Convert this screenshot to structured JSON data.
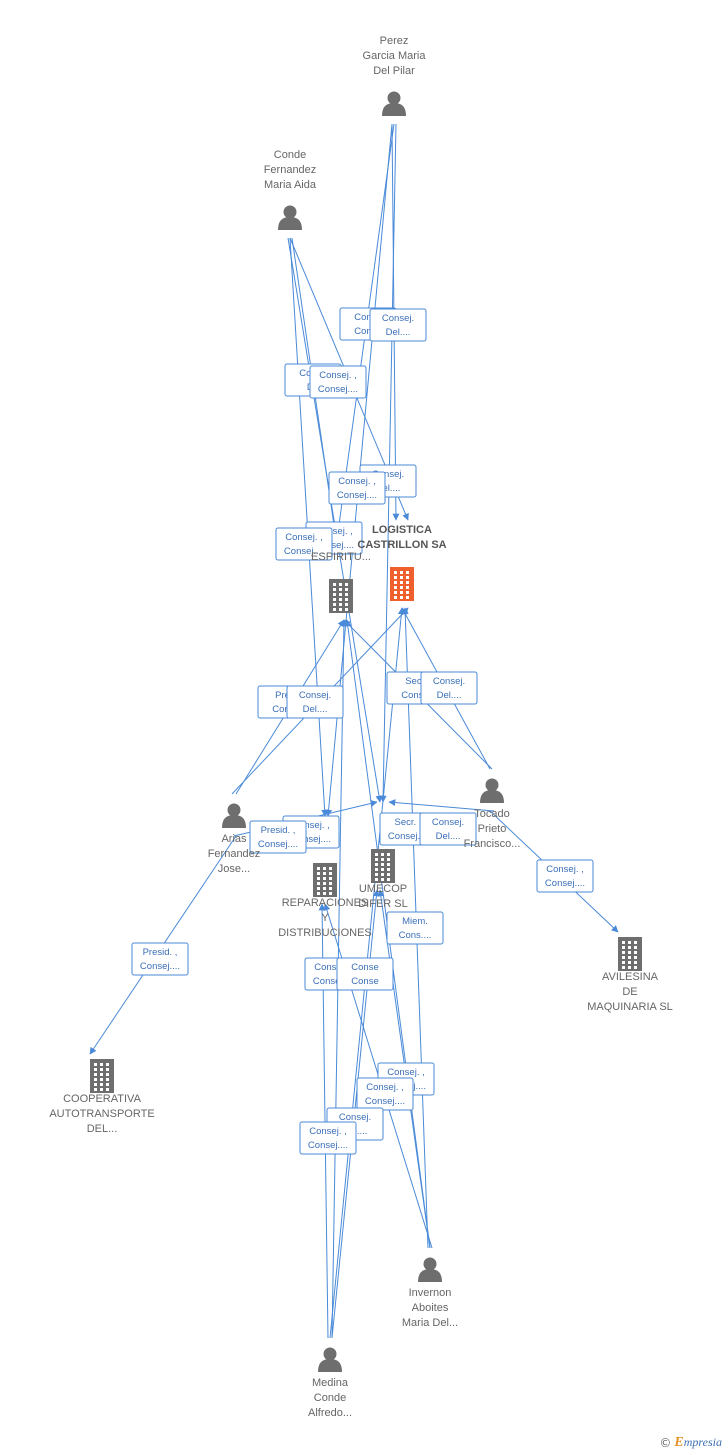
{
  "colors": {
    "edge": "#4a8ad8",
    "person": "#6e6e6e",
    "company": "#6e6e6e",
    "main_company": "#f0602f"
  },
  "nodes": [
    {
      "id": "perez",
      "type": "person",
      "lines": [
        "Perez",
        "Garcia Maria",
        "Del Pilar"
      ],
      "icon": "person-icon"
    },
    {
      "id": "conde",
      "type": "person",
      "lines": [
        "Conde",
        "Fernandez",
        "Maria Aida"
      ],
      "icon": "person-icon"
    },
    {
      "id": "espiritu",
      "type": "company",
      "lines": [
        "",
        "",
        "ESPIRITU..."
      ],
      "icon": "building-icon"
    },
    {
      "id": "logistica",
      "type": "main_company",
      "lines": [
        "LOGISTICA",
        "CASTRILLON SA"
      ],
      "icon": "building-icon"
    },
    {
      "id": "arias",
      "type": "person",
      "lines": [
        "Arias",
        "Fernandez",
        "Jose..."
      ],
      "icon": "person-icon"
    },
    {
      "id": "tocado",
      "type": "person",
      "lines": [
        "Tocado",
        "Prieto",
        "Francisco..."
      ],
      "icon": "person-icon"
    },
    {
      "id": "reparaciones",
      "type": "company",
      "lines": [
        "REPARACIONES",
        "Y",
        "DISTRIBUCIONES"
      ],
      "icon": "building-icon"
    },
    {
      "id": "umecop",
      "type": "company",
      "lines": [
        "UMECOP",
        "DIFER SL"
      ],
      "icon": "building-icon"
    },
    {
      "id": "avilesina",
      "type": "company",
      "lines": [
        "AVILESINA",
        "DE",
        "MAQUINARIA SL"
      ],
      "icon": "building-icon"
    },
    {
      "id": "cooperativa",
      "type": "company",
      "lines": [
        "COOPERATIVA",
        "AUTOTRANSPORTE",
        "DEL..."
      ],
      "icon": "building-icon"
    },
    {
      "id": "invernon",
      "type": "person",
      "lines": [
        "Invernon",
        "Aboites",
        "Maria Del..."
      ],
      "icon": "person-icon"
    },
    {
      "id": "medina",
      "type": "person",
      "lines": [
        "Medina",
        "Conde",
        "Alfredo..."
      ],
      "icon": "person-icon"
    }
  ],
  "edges": [
    {
      "from": "perez",
      "to": "logistica"
    },
    {
      "from": "perez",
      "to": "espiritu"
    },
    {
      "from": "perez",
      "to": "umecop"
    },
    {
      "from": "perez",
      "to": "reparaciones"
    },
    {
      "from": "conde",
      "to": "logistica"
    },
    {
      "from": "conde",
      "to": "espiritu"
    },
    {
      "from": "conde",
      "to": "umecop"
    },
    {
      "from": "conde",
      "to": "reparaciones"
    },
    {
      "from": "arias",
      "to": "espiritu"
    },
    {
      "from": "arias",
      "to": "logistica"
    },
    {
      "from": "arias",
      "to": "umecop"
    },
    {
      "from": "arias",
      "to": "cooperativa"
    },
    {
      "from": "tocado",
      "to": "logistica"
    },
    {
      "from": "tocado",
      "to": "espiritu"
    },
    {
      "from": "tocado",
      "to": "umecop"
    },
    {
      "from": "tocado",
      "to": "avilesina"
    },
    {
      "from": "invernon",
      "to": "umecop"
    },
    {
      "from": "invernon",
      "to": "reparaciones"
    },
    {
      "from": "invernon",
      "to": "logistica"
    },
    {
      "from": "invernon",
      "to": "espiritu"
    },
    {
      "from": "medina",
      "to": "umecop"
    },
    {
      "from": "medina",
      "to": "reparaciones"
    },
    {
      "from": "medina",
      "to": "logistica"
    },
    {
      "from": "medina",
      "to": "espiritu"
    }
  ],
  "edge_labels": [
    {
      "lines": [
        "Conse",
        "Conse"
      ]
    },
    {
      "lines": [
        "Consej.",
        "Del...."
      ]
    },
    {
      "lines": [
        "Conse",
        "De"
      ]
    },
    {
      "lines": [
        "Consej. ,",
        "Consej...."
      ]
    },
    {
      "lines": [
        "Consej.",
        "Del...."
      ]
    },
    {
      "lines": [
        "Consej. ,",
        "Consej...."
      ]
    },
    {
      "lines": [
        "Consej. ,",
        "Consej...."
      ]
    },
    {
      "lines": [
        "Consej. ,",
        "Consej...."
      ]
    },
    {
      "lines": [
        "Presi",
        "Conse"
      ]
    },
    {
      "lines": [
        "Consej.",
        "Del...."
      ]
    },
    {
      "lines": [
        "Secr",
        "Conse"
      ]
    },
    {
      "lines": [
        "Consej.",
        "Del...."
      ]
    },
    {
      "lines": [
        "Consej. ,",
        "Consej...."
      ]
    },
    {
      "lines": [
        "Presid. ,",
        "Consej...."
      ]
    },
    {
      "lines": [
        "Secr. ,",
        "Consej...."
      ]
    },
    {
      "lines": [
        "Consej. ,",
        "Consej...."
      ]
    },
    {
      "lines": [
        "Presid. ,",
        "Consej...."
      ]
    },
    {
      "lines": [
        "Miem.",
        "Cons...."
      ]
    },
    {
      "lines": [
        "Consej. ,",
        "Consej...."
      ]
    },
    {
      "lines": [
        "Conse",
        "Conse"
      ]
    },
    {
      "lines": [
        "Consej. ,",
        "Consej...."
      ]
    },
    {
      "lines": [
        "Consej. ,",
        "Consej...."
      ]
    },
    {
      "lines": [
        "Consej.",
        "Del...."
      ]
    },
    {
      "lines": [
        "Consej. ,",
        "Consej...."
      ]
    },
    {
      "lines": [
        "Consej.",
        "Del...."
      ]
    }
  ],
  "footer": {
    "copyright": "©",
    "brand_first": "E",
    "brand_rest": "mpresia"
  }
}
